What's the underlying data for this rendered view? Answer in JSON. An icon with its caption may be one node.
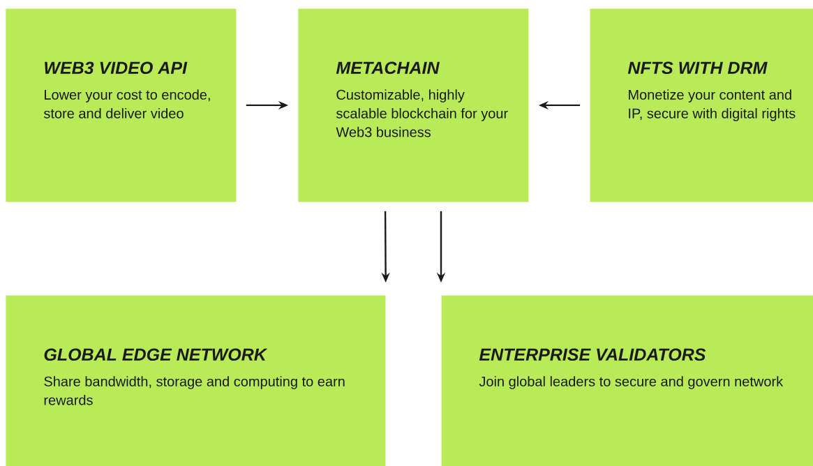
{
  "diagram": {
    "nodes": [
      {
        "text": [
          "WEB3 VIDEO API",
          "Lower your cost to encode, store and deliver video"
        ]
      },
      {
        "text": [
          "METACHAIN",
          "Customizable, highly scalable blockchain for your Web3 business"
        ]
      },
      {
        "text": [
          "NFTS WITH DRM",
          "Monetize your content and IP, secure with digital rights"
        ]
      },
      {
        "text": [
          "GLOBAL EDGE NETWORK",
          "Share bandwidth, storage and computing to earn rewards"
        ]
      },
      {
        "text": [
          "ENTERPRISE VALIDATORS",
          "Join global leaders to secure and govern network"
        ]
      }
    ],
    "edges": [
      {
        "from": 0,
        "to": 1,
        "arrow": "to"
      },
      {
        "from": 2,
        "to": 1,
        "arrow": "to"
      },
      {
        "from": 1,
        "to": 3,
        "arrow": "to"
      },
      {
        "from": 1,
        "to": 4,
        "arrow": "to"
      }
    ]
  }
}
